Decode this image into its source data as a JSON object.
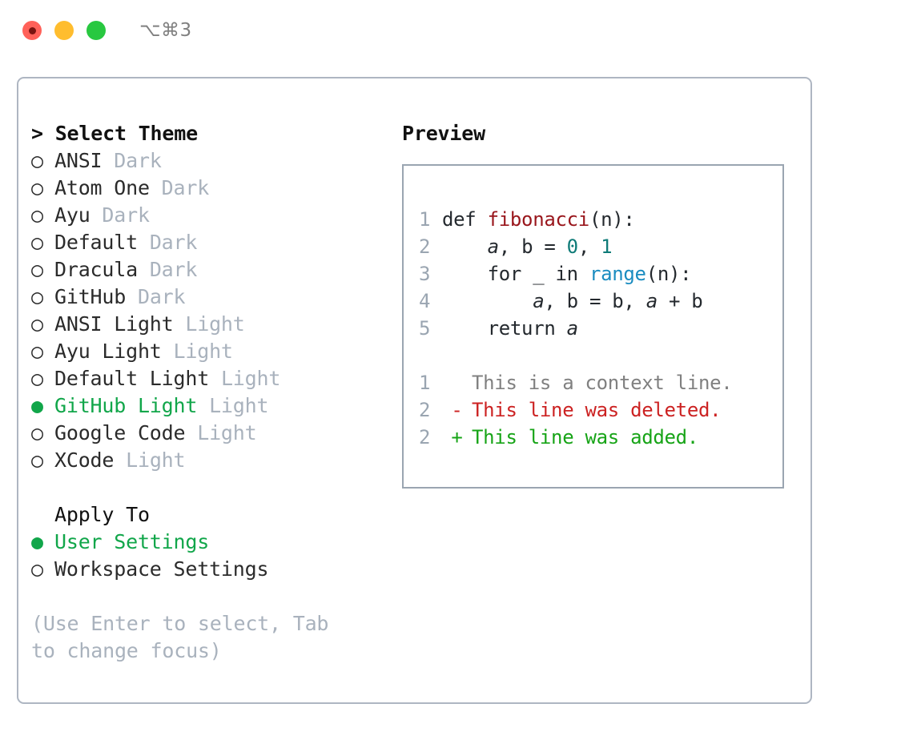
{
  "titlebar": {
    "shortcut": "⌥⌘3",
    "buttons": [
      "close",
      "minimize",
      "maximize"
    ]
  },
  "theme_picker": {
    "header": "> Select Theme",
    "items": [
      {
        "marker": "○",
        "name": "ANSI",
        "kind": "Dark",
        "selected": false
      },
      {
        "marker": "○",
        "name": "Atom One",
        "kind": "Dark",
        "selected": false
      },
      {
        "marker": "○",
        "name": "Ayu",
        "kind": "Dark",
        "selected": false
      },
      {
        "marker": "○",
        "name": "Default",
        "kind": "Dark",
        "selected": false
      },
      {
        "marker": "○",
        "name": "Dracula",
        "kind": "Dark",
        "selected": false
      },
      {
        "marker": "○",
        "name": "GitHub",
        "kind": "Dark",
        "selected": false
      },
      {
        "marker": "○",
        "name": "ANSI Light",
        "kind": "Light",
        "selected": false
      },
      {
        "marker": "○",
        "name": "Ayu Light",
        "kind": "Light",
        "selected": false
      },
      {
        "marker": "○",
        "name": "Default Light",
        "kind": "Light",
        "selected": false
      },
      {
        "marker": "●",
        "name": "GitHub Light",
        "kind": "Light",
        "selected": true
      },
      {
        "marker": "○",
        "name": "Google Code",
        "kind": "Light",
        "selected": false
      },
      {
        "marker": "○",
        "name": "XCode",
        "kind": "Light",
        "selected": false
      }
    ]
  },
  "apply_to": {
    "header": "Apply To",
    "items": [
      {
        "marker": "●",
        "name": "User Settings",
        "selected": true
      },
      {
        "marker": "○",
        "name": "Workspace Settings",
        "selected": false
      }
    ]
  },
  "hint": "(Use Enter to select, Tab to change focus)",
  "preview": {
    "title": "Preview",
    "code_lines": [
      {
        "no": "1",
        "segments": [
          {
            "t": "def ",
            "c": "plain"
          },
          {
            "t": "fibonacci",
            "c": "fn"
          },
          {
            "t": "(n):",
            "c": "plain"
          }
        ]
      },
      {
        "no": "2",
        "segments": [
          {
            "t": "    ",
            "c": "plain"
          },
          {
            "t": "a",
            "c": "var"
          },
          {
            "t": ", b = ",
            "c": "plain"
          },
          {
            "t": "0",
            "c": "num"
          },
          {
            "t": ", ",
            "c": "plain"
          },
          {
            "t": "1",
            "c": "num"
          }
        ]
      },
      {
        "no": "3",
        "segments": [
          {
            "t": "    for _ in ",
            "c": "plain"
          },
          {
            "t": "range",
            "c": "call"
          },
          {
            "t": "(n):",
            "c": "plain"
          }
        ]
      },
      {
        "no": "4",
        "segments": [
          {
            "t": "        ",
            "c": "plain"
          },
          {
            "t": "a",
            "c": "var"
          },
          {
            "t": ", b = b, ",
            "c": "plain"
          },
          {
            "t": "a",
            "c": "var"
          },
          {
            "t": " + b",
            "c": "plain"
          }
        ]
      },
      {
        "no": "5",
        "segments": [
          {
            "t": "    return ",
            "c": "plain"
          },
          {
            "t": "a",
            "c": "var"
          }
        ]
      }
    ],
    "diff_lines": [
      {
        "no": "1",
        "sign": " ",
        "text": "This is a context line.",
        "kind": "context"
      },
      {
        "no": "2",
        "sign": "-",
        "text": "This line was deleted.",
        "kind": "deleted"
      },
      {
        "no": "2",
        "sign": "+",
        "text": "This line was added.",
        "kind": "added"
      }
    ]
  },
  "colors": {
    "selected_green": "#11a64a",
    "muted_grey": "#a9b2bd",
    "border": "#aeb6c2",
    "syntax_function": "#99161c",
    "syntax_number": "#0f7b78",
    "syntax_call": "#1a8cc0",
    "diff_deleted": "#cc2222",
    "diff_added": "#17a417",
    "traffic_red": "#FF6159",
    "traffic_yellow": "#FFBD2E",
    "traffic_green": "#28C840"
  }
}
